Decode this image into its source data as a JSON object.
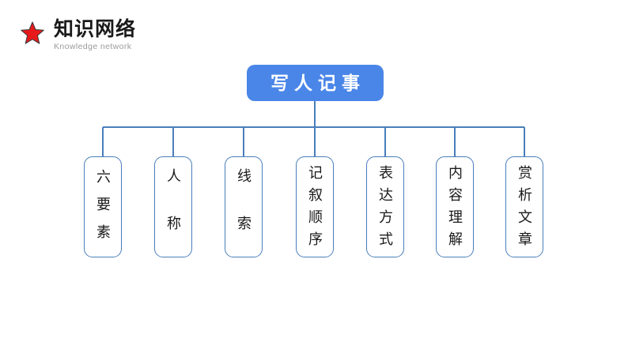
{
  "header": {
    "icon": "star-icon",
    "title": "知识网络",
    "subtitle": "Knowledge network",
    "accent_color": "#e8191b"
  },
  "diagram": {
    "type": "org-tree",
    "root": {
      "label": "写人记事",
      "fill_color": "#4a86e8",
      "text_color": "#ffffff"
    },
    "connector_color": "#4a7ebb",
    "children": [
      {
        "label": "六要素",
        "chars": 3
      },
      {
        "label": "人称",
        "chars": 2
      },
      {
        "label": "线索",
        "chars": 2
      },
      {
        "label": "记叙顺序",
        "chars": 4
      },
      {
        "label": "表达方式",
        "chars": 4
      },
      {
        "label": "内容理解",
        "chars": 4
      },
      {
        "label": "赏析文章",
        "chars": 4
      }
    ]
  }
}
